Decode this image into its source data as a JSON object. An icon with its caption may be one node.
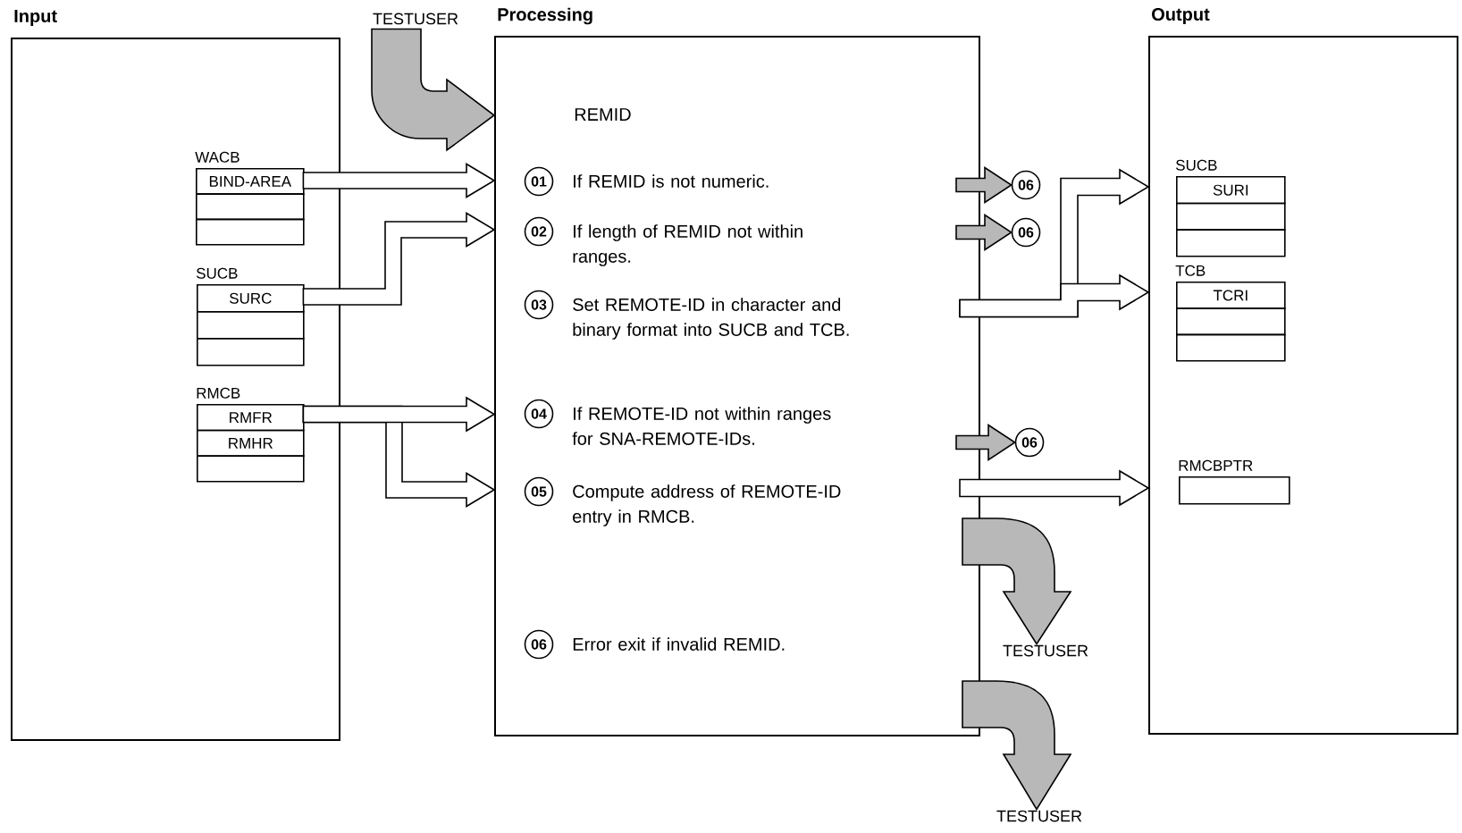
{
  "diagram": {
    "nodes": [
      {
        "text": [
          "Input"
        ]
      },
      {
        "text": [
          "WACB",
          "BIND-AREA"
        ],
        "in": 0
      },
      {
        "text": [
          "SUCB",
          "SURC"
        ],
        "in": 0
      },
      {
        "text": [
          "RMCB",
          "RMFR",
          "RMHR"
        ],
        "in": 0
      },
      {
        "text": [
          "TESTUSER"
        ]
      },
      {
        "text": [
          "Processing",
          "REMID"
        ]
      },
      {
        "text": [
          "01"
        ],
        "beside": [
          "If REMID is not numeric."
        ],
        "in": 5
      },
      {
        "text": [
          "02"
        ],
        "beside": [
          "If length of REMID not within ranges."
        ],
        "in": 5
      },
      {
        "text": [
          "03"
        ],
        "beside": [
          "Set REMOTE-ID in character and binary format into SUCB and TCB."
        ],
        "in": 5
      },
      {
        "text": [
          "04"
        ],
        "beside": [
          "If REMOTE-ID not within ranges for SNA-REMOTE-IDs."
        ],
        "in": 5
      },
      {
        "text": [
          "05"
        ],
        "beside": [
          "Compute address of REMOTE-ID entry in RMCB."
        ],
        "in": 5
      },
      {
        "text": [
          "06"
        ],
        "beside": [
          "Error exit if invalid REMID."
        ],
        "in": 5
      },
      {
        "text": [
          "06"
        ]
      },
      {
        "text": [
          "06"
        ]
      },
      {
        "text": [
          "06"
        ]
      },
      {
        "text": [
          "TESTUSER"
        ]
      },
      {
        "text": [
          "TESTUSER"
        ]
      },
      {
        "text": [
          "Output"
        ]
      },
      {
        "text": [
          "SUCB",
          "SURI"
        ],
        "in": 17
      },
      {
        "text": [
          "TCB",
          "TCRI"
        ],
        "in": 17
      },
      {
        "text": [
          "RMCBPTR"
        ],
        "in": 17
      }
    ],
    "edges": [
      {
        "from": 4,
        "to": 5,
        "arrow": "to",
        "color": "#b8b8b8"
      },
      {
        "from": 1,
        "to": 5,
        "arrow": "to"
      },
      {
        "from": 2,
        "to": 5,
        "arrow": "to"
      },
      {
        "from": 3,
        "to": 5,
        "arrow": "to"
      },
      {
        "from": 3,
        "to": 5,
        "arrow": "to"
      },
      {
        "from": 5,
        "to": 12,
        "arrow": "to",
        "color": "#b8b8b8"
      },
      {
        "from": 5,
        "to": 13,
        "arrow": "to",
        "color": "#b8b8b8"
      },
      {
        "from": 5,
        "to": 14,
        "arrow": "to",
        "color": "#b8b8b8"
      },
      {
        "from": 5,
        "to": 17,
        "arrow": "to"
      },
      {
        "from": 5,
        "to": 17,
        "arrow": "to"
      },
      {
        "from": 5,
        "to": 17,
        "arrow": "to"
      },
      {
        "from": 5,
        "to": 15,
        "arrow": "to",
        "color": "#b8b8b8"
      },
      {
        "from": 5,
        "to": 16,
        "arrow": "to",
        "color": "#b8b8b8"
      }
    ]
  }
}
